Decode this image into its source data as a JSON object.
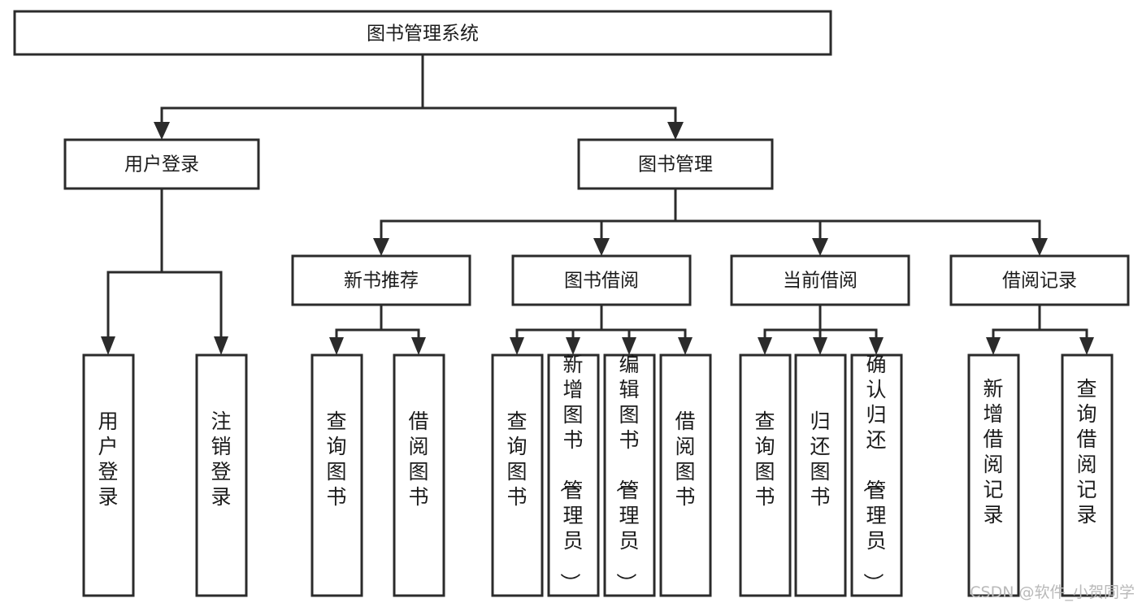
{
  "diagram": {
    "type": "tree-hierarchy-chart",
    "title": "图书管理系统",
    "orientation": "top-down",
    "colors": {
      "box_fill": "#ffffff",
      "box_stroke": "#2b2b2b",
      "text": "#1b1b1b",
      "background": "#ffffff",
      "watermark": "#b9b9b9"
    },
    "root": {
      "label": "图书管理系统",
      "text_direction": "horizontal"
    },
    "level2": [
      {
        "label": "用户登录",
        "text_direction": "horizontal"
      },
      {
        "label": "图书管理",
        "text_direction": "horizontal"
      }
    ],
    "level3": [
      {
        "label": "新书推荐",
        "text_direction": "horizontal"
      },
      {
        "label": "图书借阅",
        "text_direction": "horizontal"
      },
      {
        "label": "当前借阅",
        "text_direction": "horizontal"
      },
      {
        "label": "借阅记录",
        "text_direction": "horizontal"
      }
    ],
    "leaves": {
      "user_login": [
        {
          "label": "用户登录",
          "text_direction": "vertical"
        },
        {
          "label": "注销登录",
          "text_direction": "vertical"
        }
      ],
      "new_book_recommend": [
        {
          "label": "查询图书",
          "text_direction": "vertical"
        },
        {
          "label": "借阅图书",
          "text_direction": "vertical"
        }
      ],
      "book_borrow": [
        {
          "label": "查询图书",
          "text_direction": "vertical"
        },
        {
          "label": "新增图书（管理员）",
          "text_direction": "vertical"
        },
        {
          "label": "编辑图书（管理员）",
          "text_direction": "vertical"
        },
        {
          "label": "借阅图书",
          "text_direction": "vertical"
        }
      ],
      "current_borrow": [
        {
          "label": "查询图书",
          "text_direction": "vertical"
        },
        {
          "label": "归还图书",
          "text_direction": "vertical"
        },
        {
          "label": "确认归还（管理员）",
          "text_direction": "vertical"
        }
      ],
      "borrow_record": [
        {
          "label": "新增借阅记录",
          "text_direction": "vertical"
        },
        {
          "label": "查询借阅记录",
          "text_direction": "vertical"
        }
      ]
    },
    "edges": [
      {
        "from": "图书管理系统",
        "to": "用户登录"
      },
      {
        "from": "图书管理系统",
        "to": "图书管理"
      },
      {
        "from": "用户登录",
        "to": "用户登录"
      },
      {
        "from": "用户登录",
        "to": "注销登录"
      },
      {
        "from": "图书管理",
        "to": "新书推荐"
      },
      {
        "from": "图书管理",
        "to": "图书借阅"
      },
      {
        "from": "图书管理",
        "to": "当前借阅"
      },
      {
        "from": "图书管理",
        "to": "借阅记录"
      },
      {
        "from": "新书推荐",
        "to": "查询图书"
      },
      {
        "from": "新书推荐",
        "to": "借阅图书"
      },
      {
        "from": "图书借阅",
        "to": "查询图书"
      },
      {
        "from": "图书借阅",
        "to": "新增图书（管理员）"
      },
      {
        "from": "图书借阅",
        "to": "编辑图书（管理员）"
      },
      {
        "from": "图书借阅",
        "to": "借阅图书"
      },
      {
        "from": "当前借阅",
        "to": "查询图书"
      },
      {
        "from": "当前借阅",
        "to": "归还图书"
      },
      {
        "from": "当前借阅",
        "to": "确认归还（管理员）"
      },
      {
        "from": "借阅记录",
        "to": "新增借阅记录"
      },
      {
        "from": "借阅记录",
        "to": "查询借阅记录"
      }
    ]
  },
  "watermark": {
    "text": "CSDN @软件_小贺同学"
  }
}
